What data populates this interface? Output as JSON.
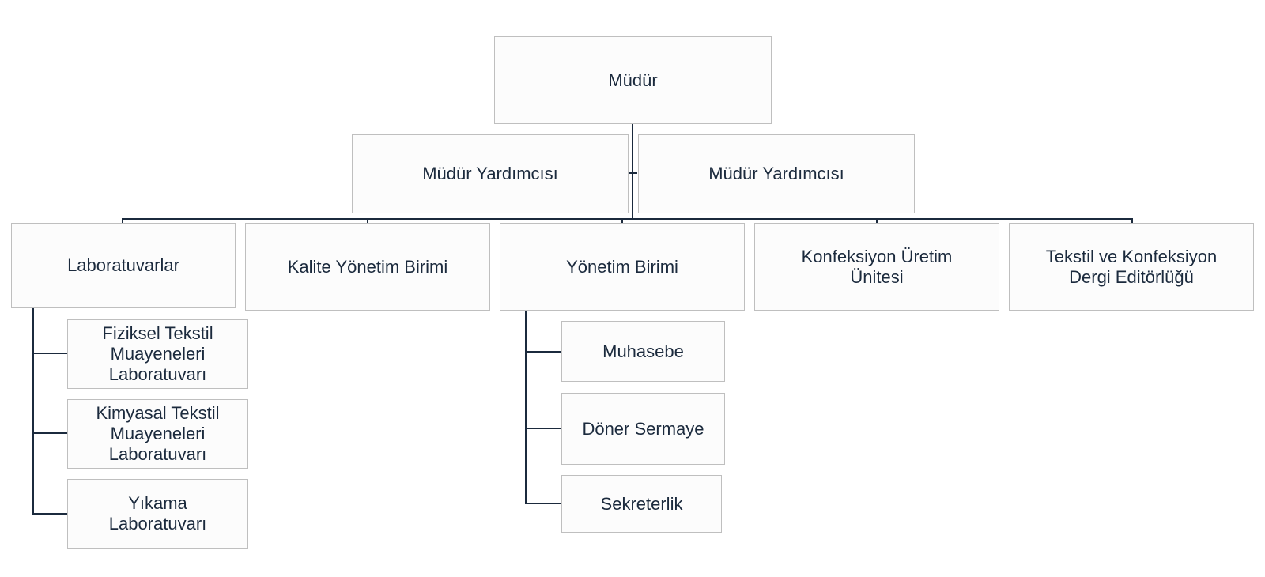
{
  "org_chart": {
    "director": "Müdür",
    "assistant_left": "Müdür Yardımcısı",
    "assistant_right": "Müdür Yardımcısı",
    "units": {
      "laboratories": "Laboratuvarlar",
      "quality": "Kalite  Yönetim  Birimi",
      "management": "Yönetim  Birimi",
      "confection": "Konfeksiyon  Üretim\nÜnitesi",
      "journal": "Tekstil ve Konfeksiyon\nDergi Editörlüğü"
    },
    "laboratories_children": {
      "physical": "Fiziksel  Tekstil\nMuayeneleri\nLaboratuvarı",
      "chemical": "Kimyasal  Tekstil\nMuayeneleri\nLaboratuvarı",
      "washing": "Yıkama\nLaboratuvarı"
    },
    "management_children": {
      "accounting": "Muhasebe",
      "revolving_fund": "Döner  Sermaye",
      "secretariat": "Sekreterlik"
    }
  },
  "colors": {
    "line": "#1b2a3d",
    "box_border": "#bfbfbf",
    "box_fill": "#fcfcfc",
    "text": "#1b2a3d"
  }
}
